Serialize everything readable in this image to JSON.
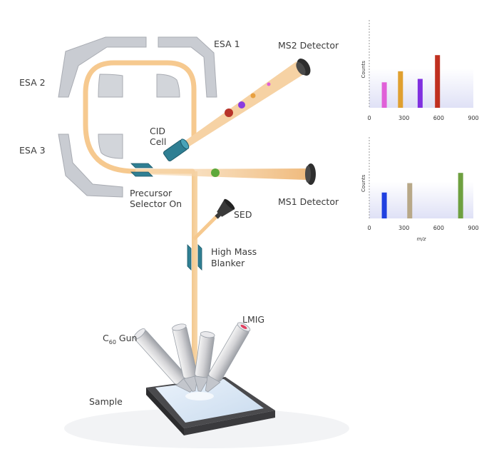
{
  "labels": {
    "esa1": "ESA 1",
    "esa2": "ESA 2",
    "esa3": "ESA 3",
    "ms2_detector": "MS2 Detector",
    "ms1_detector": "MS1 Detector",
    "cid_line1": "CID",
    "cid_line2": "Cell",
    "precursor_line1": "Precursor",
    "precursor_line2": "Selector On",
    "sed": "SED",
    "blanker_line1": "High Mass",
    "blanker_line2": "Blanker",
    "lmig": "LMIG",
    "c60_prefix": "C",
    "c60_sub": "60",
    "c60_suffix": " Gun",
    "sample": "Sample"
  },
  "colors": {
    "beam": "#f6c98f",
    "mass_green": "#5da83a",
    "cid_teal": "#2f7f93"
  },
  "chart_data": [
    {
      "type": "bar",
      "position": "top",
      "ylabel": "Counts",
      "xlabel": "",
      "xticks": [
        "0",
        "300",
        "600",
        "900"
      ],
      "xlim": [
        0,
        900
      ],
      "series": [
        {
          "x": 130,
          "value": 0.3,
          "color": "#e060d8"
        },
        {
          "x": 270,
          "value": 0.43,
          "color": "#e0a030"
        },
        {
          "x": 440,
          "value": 0.34,
          "color": "#8030e0"
        },
        {
          "x": 590,
          "value": 0.62,
          "color": "#c03020"
        }
      ]
    },
    {
      "type": "bar",
      "position": "bottom",
      "ylabel": "Counts",
      "xlabel": "m/z",
      "xticks": [
        "0",
        "300",
        "600",
        "900"
      ],
      "xlim": [
        0,
        900
      ],
      "series": [
        {
          "x": 130,
          "value": 0.33,
          "color": "#2040e0"
        },
        {
          "x": 350,
          "value": 0.45,
          "color": "#b8a888"
        },
        {
          "x": 790,
          "value": 0.58,
          "color": "#6ea040"
        }
      ]
    }
  ]
}
